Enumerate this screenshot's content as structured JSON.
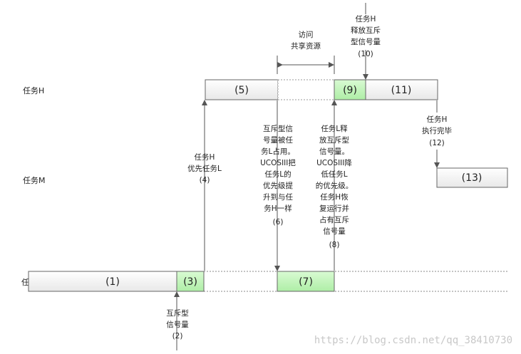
{
  "rows": {
    "high": "任务H",
    "mid": "任务M",
    "low": "任务L"
  },
  "boxes": {
    "b1": "(1)",
    "b3": "(3)",
    "b5": "(5)",
    "b7": "(7)",
    "b9": "(9)",
    "b11": "(11)",
    "b13": "(13)"
  },
  "annotations": {
    "a2": [
      "互斥型",
      "信号量",
      "(2)"
    ],
    "a4": [
      "任务H",
      "优先任务L",
      "(4)"
    ],
    "a6": [
      "互斥型信",
      "号量被任",
      "务L占用。",
      "UCOSIII把",
      "任务L的",
      "优先级提",
      "升到与任",
      "务H一样",
      "(6)"
    ],
    "a8": [
      "任务L释",
      "放互斥型",
      "信号量。",
      "UCOSIII降",
      "低任务L",
      "的优先级。",
      "任务H恢",
      "复运行并",
      "占有互斥",
      "信号量",
      "(8)"
    ],
    "a10": [
      "任务H",
      "释放互斥",
      "型信号量",
      "(10)"
    ],
    "a12": [
      "任务H",
      "执行完毕",
      "(12)"
    ],
    "access": [
      "访问",
      "共享资源"
    ]
  },
  "colors": {
    "green": "#c6f5c0",
    "box_fill": "#f4f4f4",
    "stroke": "#555555"
  },
  "watermark": "https://blog.csdn.net/qq_38410730"
}
